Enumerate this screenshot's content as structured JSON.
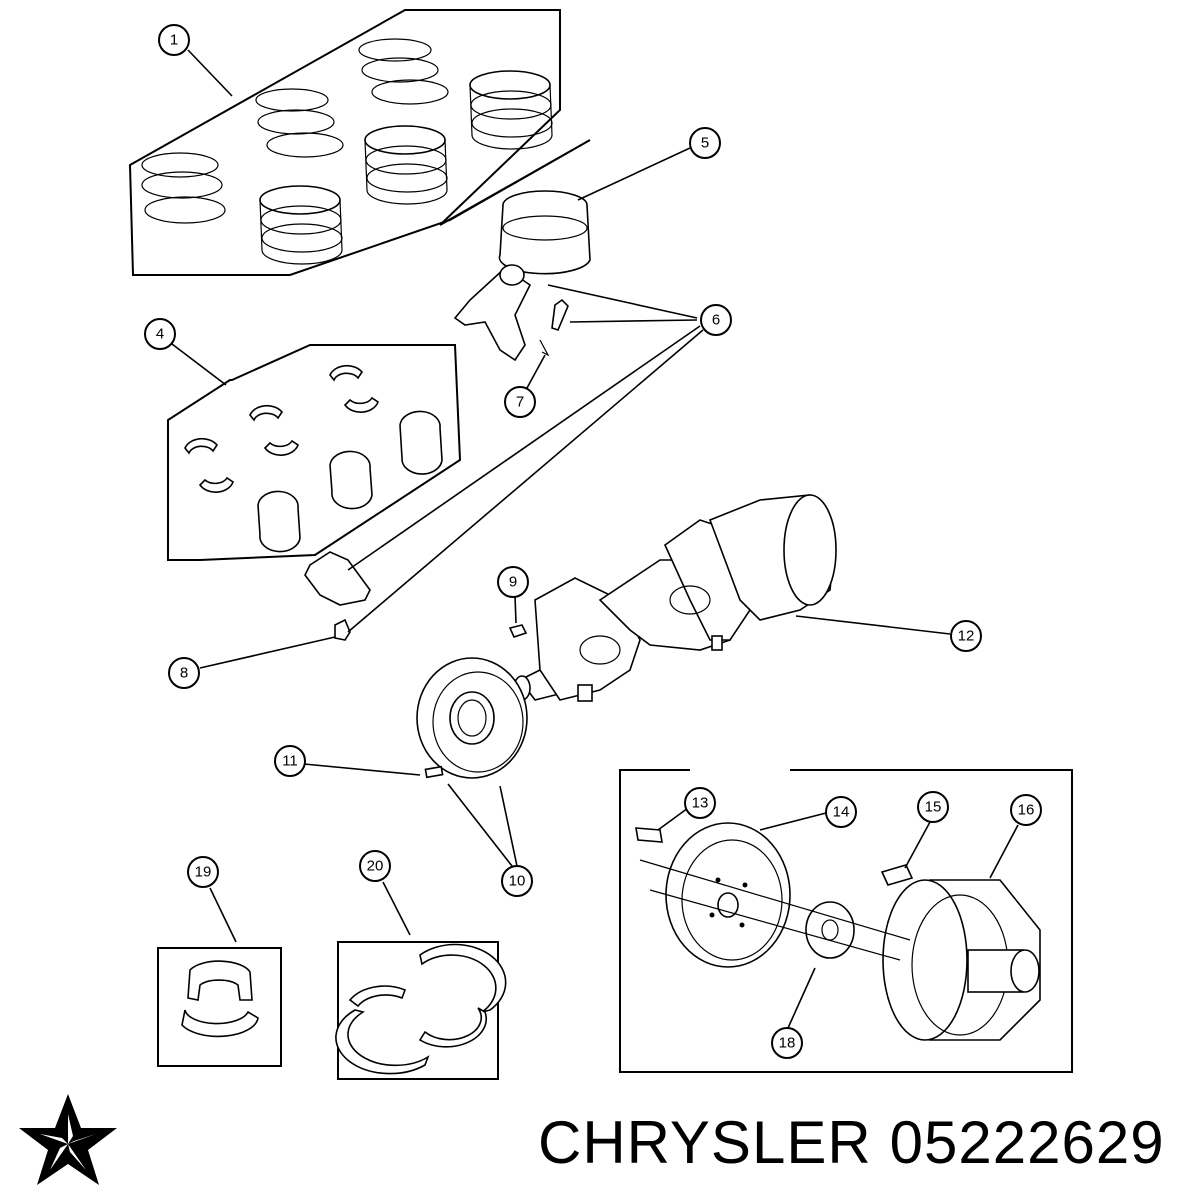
{
  "callouts": [
    "1",
    "4",
    "5",
    "6",
    "7",
    "8",
    "9",
    "10",
    "11",
    "12",
    "13",
    "14",
    "15",
    "16",
    "18",
    "19",
    "20"
  ],
  "footer": {
    "brand": "CHRYSLER",
    "part_number": "05222629"
  },
  "icons": {
    "logo": "chrysler-pentastar-icon"
  },
  "colors": {
    "line": "#000000",
    "background": "#ffffff"
  }
}
